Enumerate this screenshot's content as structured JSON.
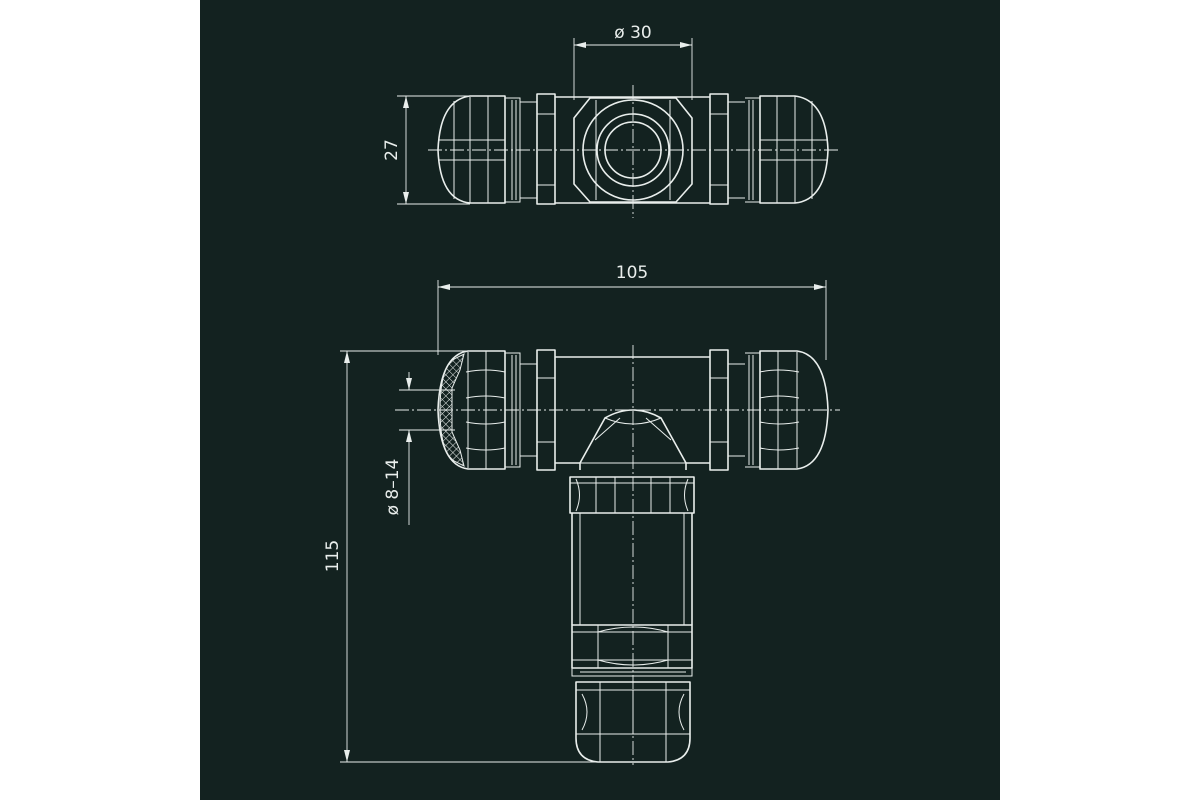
{
  "colors": {
    "background": "#132220",
    "outer_background": "#ffffff",
    "line": "#e9eeec"
  },
  "dimensions": {
    "top_diameter": "ø 30",
    "top_height": "27",
    "overall_width": "105",
    "overall_height": "115",
    "cable_range": "ø 8–14"
  }
}
